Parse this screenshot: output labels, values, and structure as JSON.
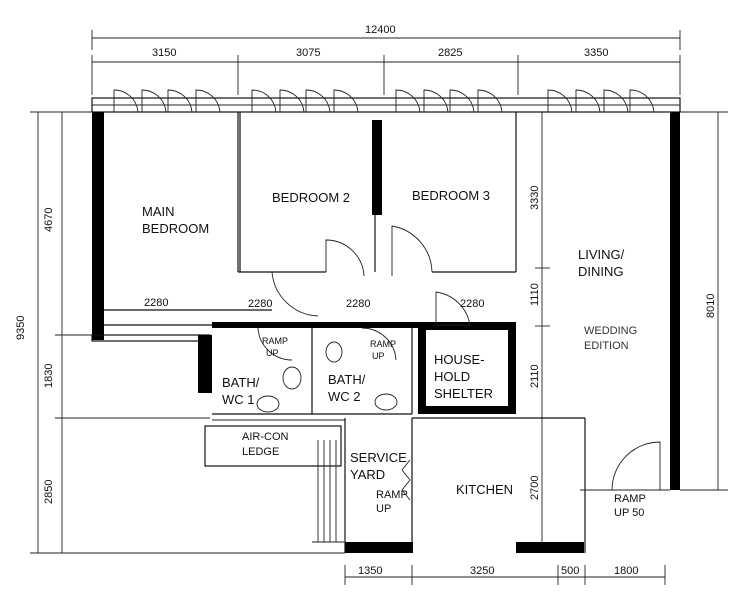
{
  "dimensions": {
    "overall_width": "12400",
    "top": [
      "3150",
      "3075",
      "2825",
      "3350"
    ],
    "left_outer": "9350",
    "left_main_bedroom": "4670",
    "left_bath": "1830",
    "left_service": "2850",
    "right_outer": "8010",
    "living_upper": "3330",
    "living_mid": "1110",
    "living_lower": "2110",
    "kitchen_height": "2700",
    "inner_main": "2280",
    "inner_bed2": "2280",
    "inner_bed3": "2280",
    "inner_bed3b": "2280",
    "bottom": [
      "1350",
      "3250",
      "500",
      "1800"
    ]
  },
  "rooms": {
    "main_bedroom": [
      "MAIN",
      "BEDROOM"
    ],
    "bedroom2": "BEDROOM 2",
    "bedroom3": "BEDROOM 3",
    "living": [
      "LIVING/",
      "DINING"
    ],
    "household": [
      "HOUSE-",
      "HOLD",
      "SHELTER"
    ],
    "bath1": [
      "BATH/",
      "WC 1"
    ],
    "bath2": [
      "BATH/",
      "WC 2"
    ],
    "aircon": [
      "AIR-CON",
      "LEDGE"
    ],
    "service": [
      "SERVICE",
      "YARD"
    ],
    "kitchen": "KITCHEN"
  },
  "labels": {
    "ramp_up_service": [
      "RAMP",
      "UP"
    ],
    "ramp_up_entry": [
      "RAMP",
      "UP 50"
    ],
    "ramp_up_bath1": [
      "RAMP",
      "UP"
    ],
    "ramp_up_bath2": [
      "RAMP",
      "UP"
    ],
    "living_faint": [
      "WEDDING",
      "EDITION"
    ]
  }
}
